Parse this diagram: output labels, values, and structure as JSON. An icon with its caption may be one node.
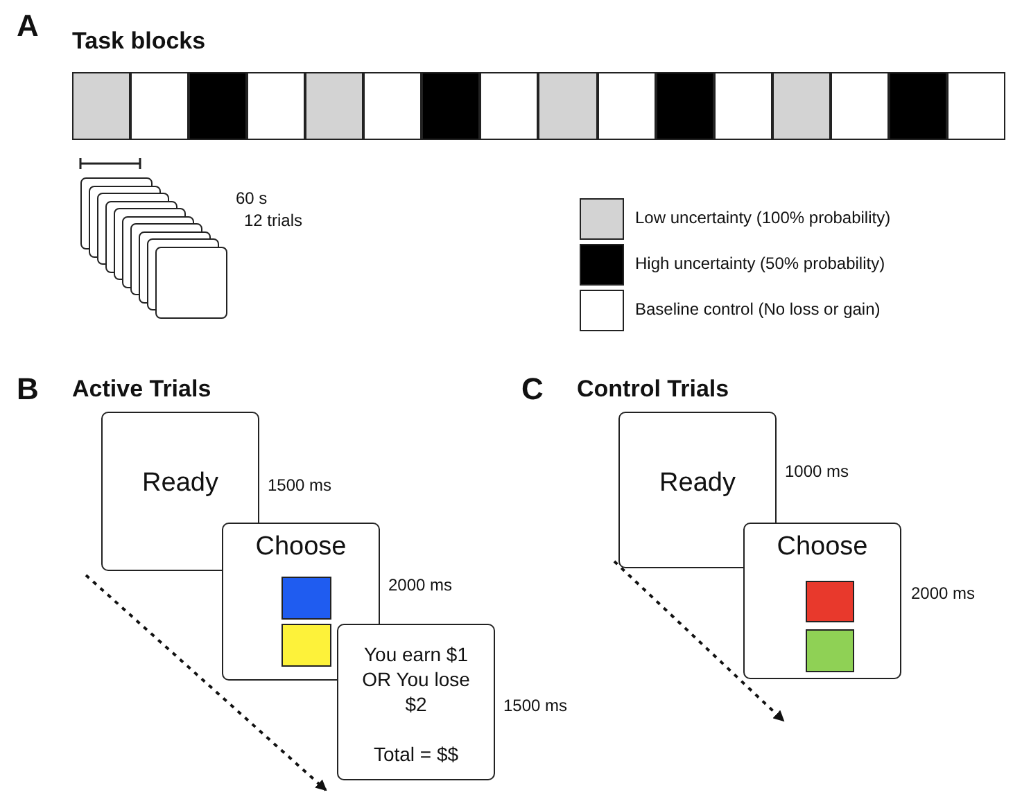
{
  "diagram": {
    "nodes": [
      {
        "text": [],
        "shape": "box"
      },
      {
        "text": [],
        "shape": "box"
      },
      {
        "text": [],
        "shape": "box"
      },
      {
        "text": [],
        "shape": "box"
      },
      {
        "text": [],
        "shape": "box"
      },
      {
        "text": [],
        "shape": "box"
      },
      {
        "text": [],
        "shape": "box"
      },
      {
        "text": [],
        "shape": "box"
      },
      {
        "text": [],
        "shape": "box"
      },
      {
        "text": [],
        "shape": "box"
      },
      {
        "text": [],
        "shape": "box"
      },
      {
        "text": [],
        "shape": "box"
      },
      {
        "text": [],
        "shape": "box"
      },
      {
        "text": [],
        "shape": "box"
      },
      {
        "text": [],
        "shape": "box"
      },
      {
        "text": [],
        "shape": "box"
      },
      {
        "text": [],
        "shape": "picture",
        "beside": [
          "60 s",
          "12 trials"
        ]
      },
      {
        "text": [
          "Ready"
        ],
        "beside": [
          "1500 ms"
        ]
      },
      {
        "text": [
          "Choose"
        ],
        "beside": [
          "2000 ms"
        ]
      },
      {
        "text": [],
        "shape": "box",
        "in": 18
      },
      {
        "text": [],
        "shape": "box",
        "in": 18
      },
      {
        "text": [
          "You earn $1 OR You lose $2",
          "Total = $$"
        ],
        "beside": [
          "1500 ms"
        ]
      },
      {
        "text": [
          "Ready"
        ],
        "beside": [
          "1000 ms"
        ]
      },
      {
        "text": [
          "Choose"
        ],
        "beside": [
          "2000 ms"
        ]
      },
      {
        "text": [],
        "shape": "box",
        "in": 23
      },
      {
        "text": [],
        "shape": "box",
        "in": 23
      }
    ],
    "labels": [
      "A",
      "Task blocks",
      "B",
      "Active Trials",
      "C",
      "Control Trials"
    ],
    "legend": [
      {
        "text": "Low uncertainty (100% probability)",
        "color": "#d3d3d3"
      },
      {
        "text": "High uncertainty (50% probability)",
        "color": "#000000"
      },
      {
        "text": "Baseline control (No loss or gain)",
        "color": "#ffffff"
      }
    ]
  }
}
